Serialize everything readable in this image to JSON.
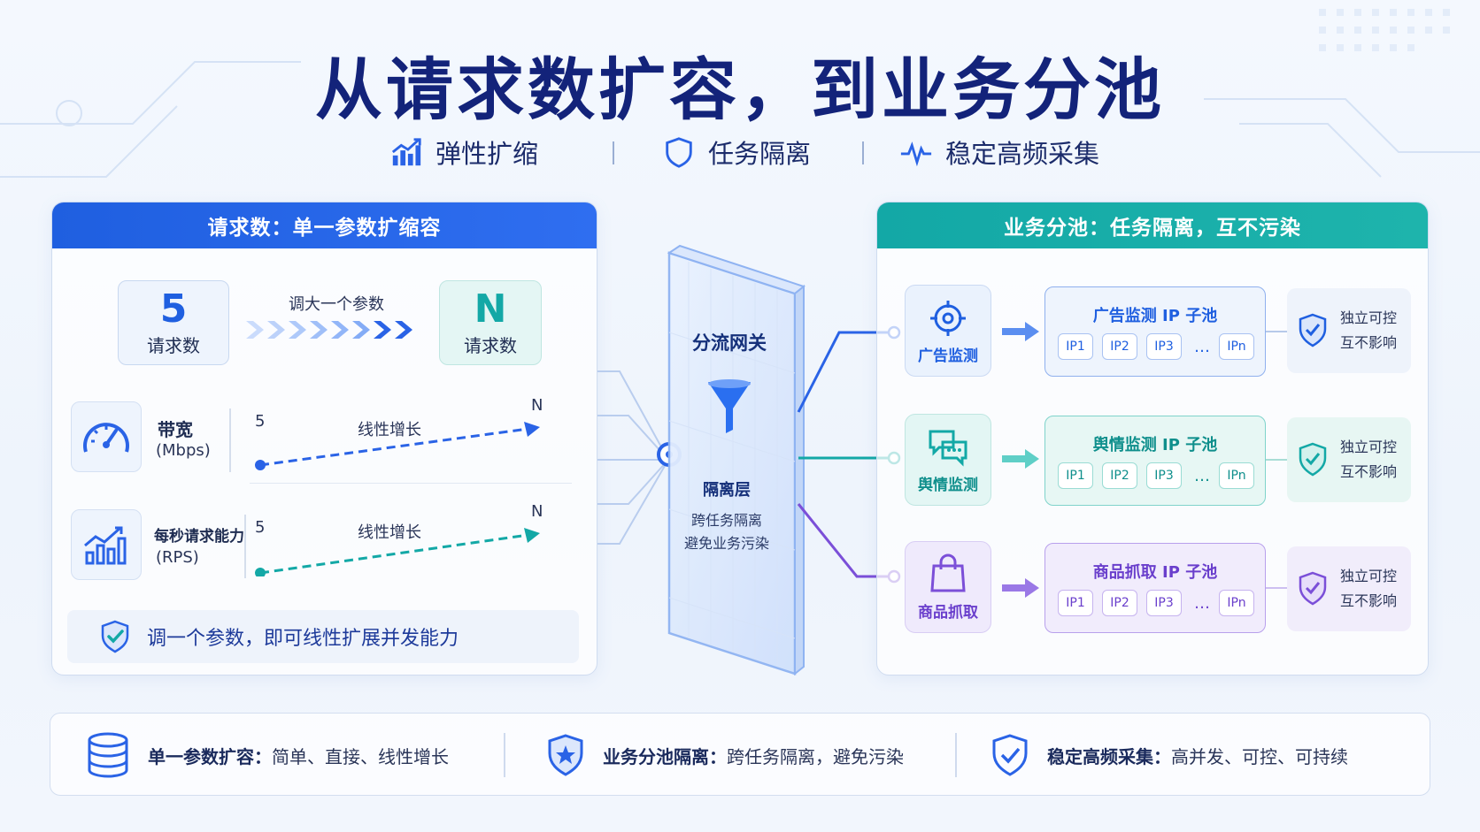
{
  "title": "从请求数扩容，到业务分池",
  "features": [
    {
      "label": "弹性扩缩",
      "icon": "bar-chart-up-icon"
    },
    {
      "label": "任务隔离",
      "icon": "shield-icon"
    },
    {
      "label": "稳定高频采集",
      "icon": "pulse-icon"
    }
  ],
  "left_panel": {
    "header": "请求数：单一参数扩缩容",
    "from_box": {
      "num": "5",
      "label": "请求数"
    },
    "arrow_label": "调大一个参数",
    "to_box": {
      "num": "N",
      "label": "请求数"
    },
    "metrics": [
      {
        "name": "带宽",
        "unit": "(Mbps)",
        "start": "5",
        "end": "N",
        "trend": "线性增长"
      },
      {
        "name": "每秒请求能力",
        "unit": "(RPS)",
        "start": "5",
        "end": "N",
        "trend": "线性增长"
      }
    ],
    "summary": "调一个参数，即可线性扩展并发能力"
  },
  "gateway": {
    "title": "分流网关",
    "layer": "隔离层",
    "desc1": "跨任务隔离",
    "desc2": "避免业务污染"
  },
  "right_panel": {
    "header": "业务分池：任务隔离，互不污染",
    "rows": [
      {
        "service": "广告监测",
        "icon": "target-icon",
        "pool": "广告监测 IP 子池",
        "color": "#1f5fe0",
        "ips": [
          "IP1",
          "IP2",
          "IP3",
          "IPn"
        ],
        "dots": "…",
        "iso1": "独立可控",
        "iso2": "互不影响"
      },
      {
        "service": "舆情监测",
        "icon": "chat-bubbles-icon",
        "pool": "舆情监测 IP 子池",
        "color": "#13a8a6",
        "ips": [
          "IP1",
          "IP2",
          "IP3",
          "IPn"
        ],
        "dots": "…",
        "iso1": "独立可控",
        "iso2": "互不影响"
      },
      {
        "service": "商品抓取",
        "icon": "shopping-bag-icon",
        "pool": "商品抓取 IP 子池",
        "color": "#7b4fd8",
        "ips": [
          "IP1",
          "IP2",
          "IP3",
          "IPn"
        ],
        "dots": "…",
        "iso1": "独立可控",
        "iso2": "互不影响"
      }
    ]
  },
  "bottom": [
    {
      "bold": "单一参数扩容：",
      "text": "简单、直接、线性增长",
      "icon": "database-icon"
    },
    {
      "bold": "业务分池隔离：",
      "text": "跨任务隔离，避免污染",
      "icon": "shield-star-icon"
    },
    {
      "bold": "稳定高频采集：",
      "text": "高并发、可控、可持续",
      "icon": "shield-check-icon"
    }
  ]
}
